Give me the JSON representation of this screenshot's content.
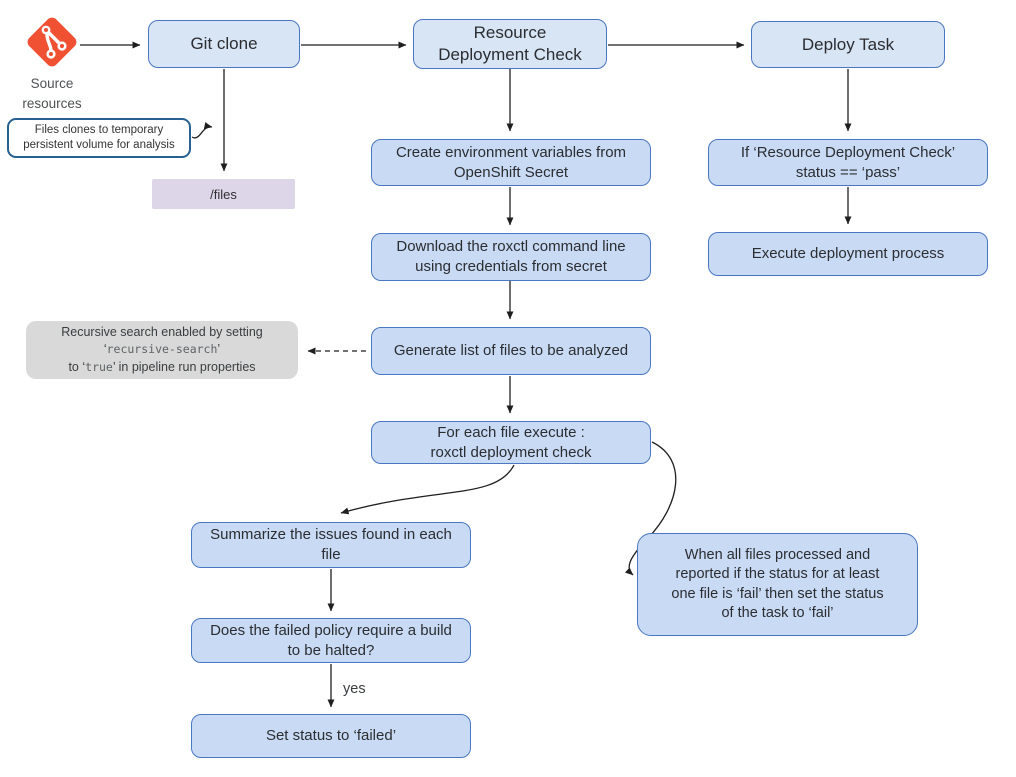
{
  "colors": {
    "header_fill": "#d8e5f5",
    "node_fill": "#c9dbf4",
    "node_border": "#4a76c2",
    "files_fill": "#ddd5e8",
    "gray_callout_fill": "#d9d9d9",
    "white_callout_border": "#28618f",
    "git_logo_orange": "#f05133",
    "connector_line": "#1f1f1f"
  },
  "source": {
    "label": "Source\nresources",
    "icon": "git-logo-icon"
  },
  "headers": {
    "git_clone": "Git clone",
    "resource_deployment_check": "Resource\nDeployment Check",
    "deploy_task": "Deploy Task"
  },
  "middle": {
    "create_env": "Create environment variables from\nOpenShift Secret",
    "download_roxctl": "Download the roxctl command line\nusing credentials from secret",
    "generate_list": "Generate list of files to be analyzed",
    "for_each": "For each file execute :\nroxctl deployment check"
  },
  "right": {
    "if_status": "If ‘Resource Deployment Check’\nstatus == ‘pass’",
    "execute_deployment": "Execute deployment process",
    "when_all": "When all files processed and\nreported if the status for at least\none file is ‘fail’ then  set the status\nof the task to ‘fail’"
  },
  "left": {
    "files_volume_note": "Files clones to temporary\npersistent volume for analysis",
    "files_dir": "/files",
    "summarize": "Summarize the issues found in each\nfile",
    "does_failed": "Does the failed policy require a build\nto be halted?",
    "set_status": "Set status to ‘failed’",
    "yes_label": "yes"
  },
  "gray_callout": {
    "line1": "Recursive search enabled by setting",
    "line2_open": "‘",
    "line2_code": "recursive-search",
    "line2_close": "’",
    "line3_pre": "to ‘",
    "line3_code": "true",
    "line3_post": "’ in pipeline run properties"
  }
}
